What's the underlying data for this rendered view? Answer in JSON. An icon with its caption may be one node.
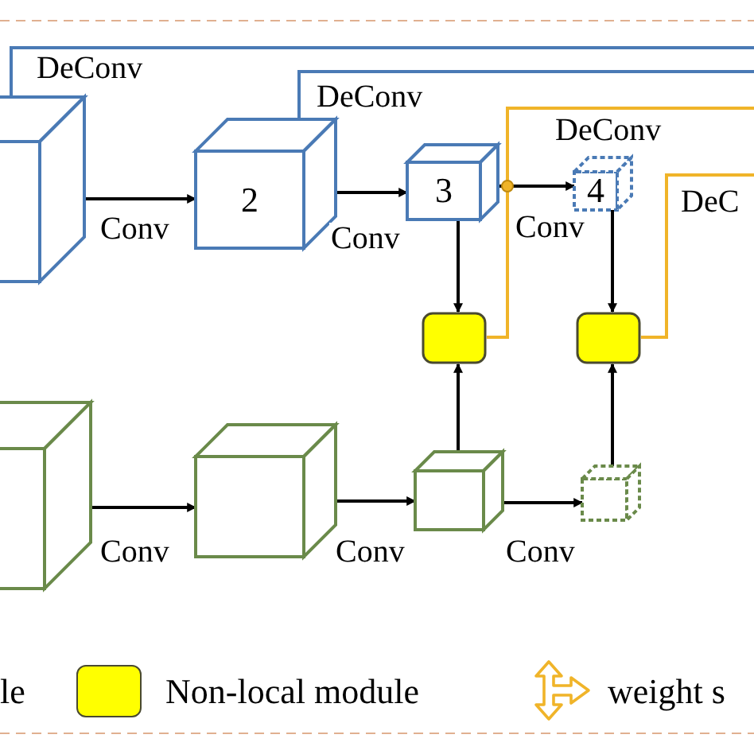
{
  "diagram": {
    "nodes": [
      {
        "text": [],
        "shape": "cube"
      },
      {
        "text": [
          "2"
        ]
      },
      {
        "text": [
          "3"
        ]
      },
      {
        "text": [
          "4"
        ]
      },
      {
        "text": [],
        "shape": "box"
      },
      {
        "text": [],
        "shape": "box"
      },
      {
        "text": [],
        "shape": "cube"
      },
      {
        "text": [],
        "shape": "cube"
      },
      {
        "text": [],
        "shape": "cube"
      },
      {
        "text": [],
        "shape": "cube"
      }
    ],
    "edges": [
      {
        "from": 0,
        "to": 1,
        "arrow": "to",
        "label": "Conv"
      },
      {
        "from": 1,
        "to": 2,
        "arrow": "to",
        "label": "Conv"
      },
      {
        "from": 2,
        "to": 3,
        "arrow": "to",
        "label": "Conv"
      },
      {
        "from": 2,
        "to": 4,
        "arrow": "to"
      },
      {
        "from": 3,
        "to": 5,
        "arrow": "to"
      },
      {
        "from": 8,
        "to": 4,
        "arrow": "to"
      },
      {
        "from": 9,
        "to": 5,
        "arrow": "to"
      },
      {
        "from": 6,
        "to": 7,
        "arrow": "to",
        "label": "Conv"
      },
      {
        "from": 7,
        "to": 8,
        "arrow": "to",
        "label": "Conv"
      },
      {
        "from": 8,
        "to": 9,
        "arrow": "to",
        "label": "Conv"
      },
      {
        "from": 0,
        "to": null,
        "arrow": "none",
        "label": "DeConv",
        "color": "#4a7ab5"
      },
      {
        "from": 1,
        "to": null,
        "arrow": "none",
        "label": "DeConv",
        "color": "#4a7ab5"
      },
      {
        "from": 4,
        "to": null,
        "arrow": "none",
        "label": "DeConv",
        "color": "#f0b429"
      },
      {
        "from": 5,
        "to": null,
        "arrow": "none",
        "label": "DeC",
        "color": "#f0b429"
      }
    ],
    "legend": [
      {
        "text": "le"
      },
      {
        "text": "Non-local module",
        "color": "#ffff00"
      },
      {
        "text": "weight s"
      }
    ]
  }
}
